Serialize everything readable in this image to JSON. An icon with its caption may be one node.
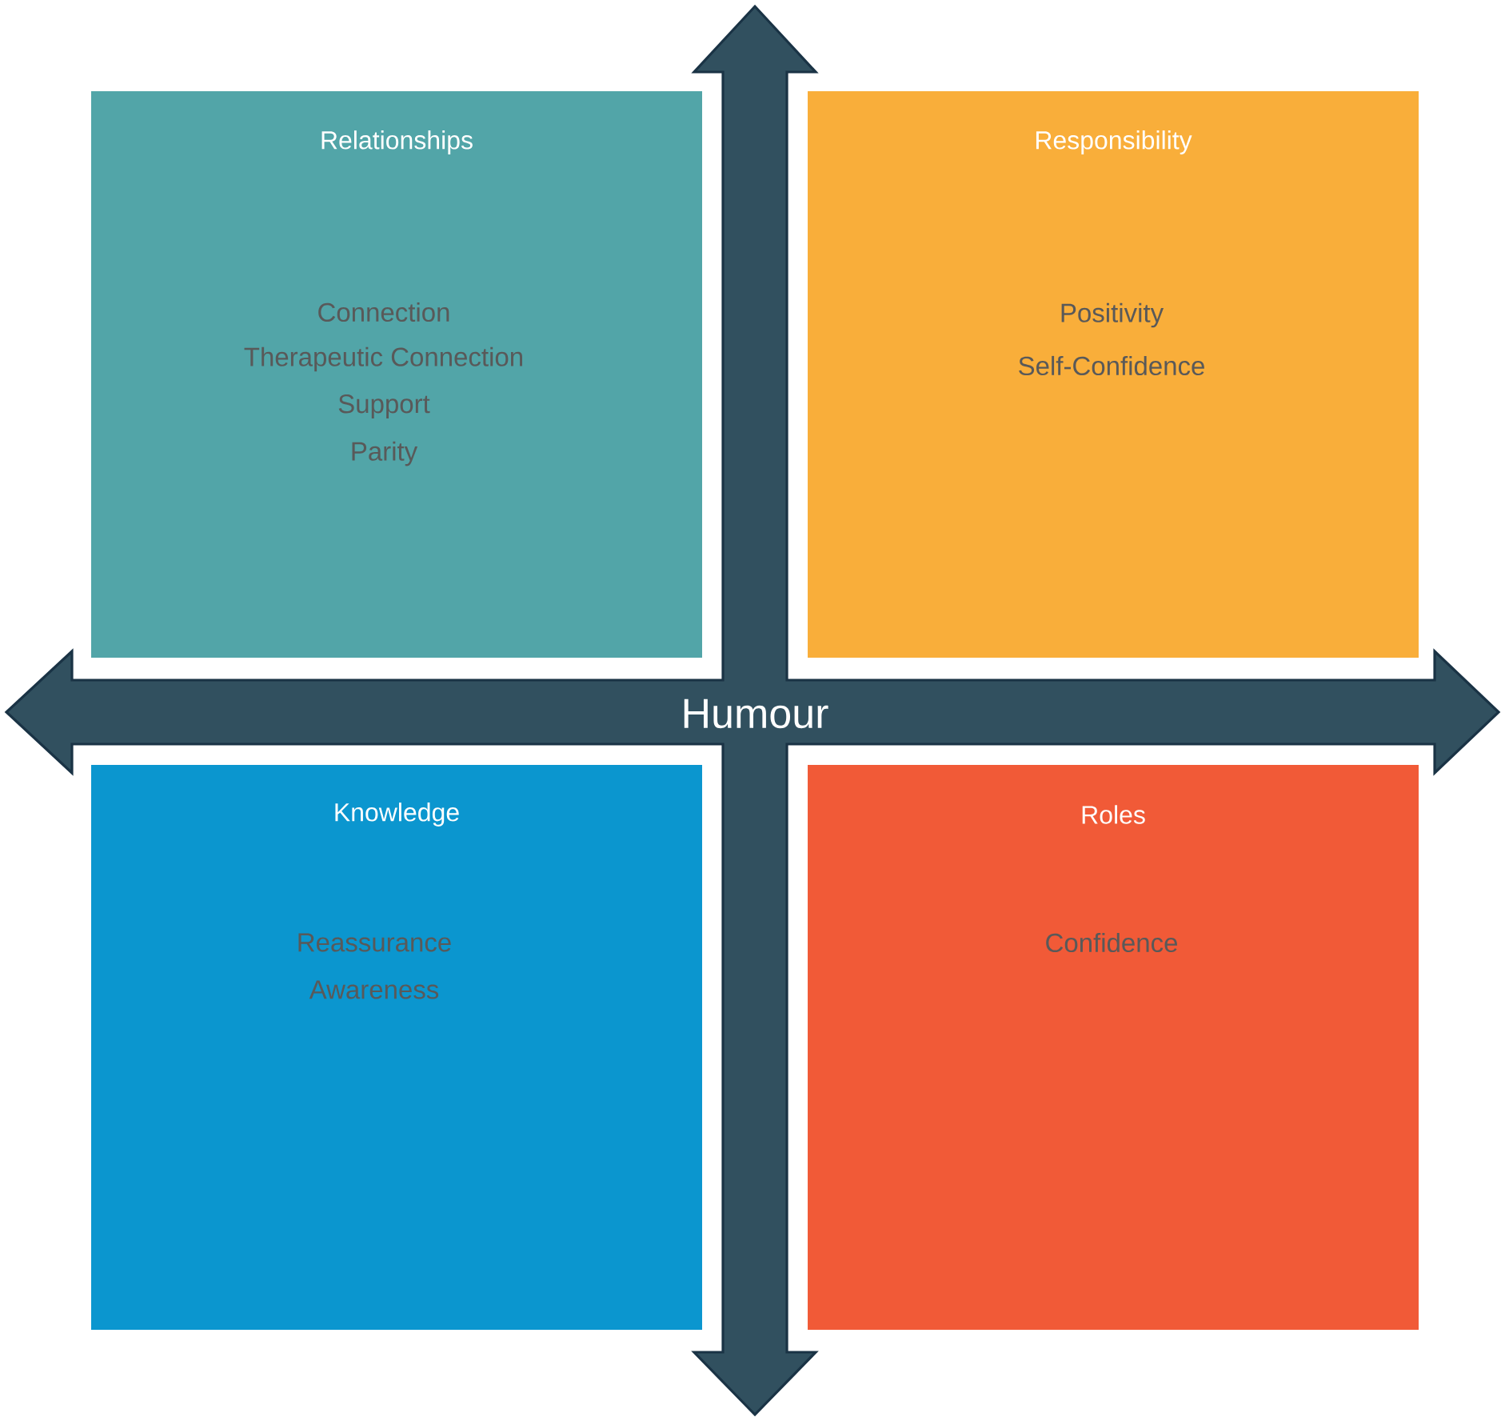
{
  "diagram": {
    "nodes": [
      {
        "text": [
          "Relationships",
          "Connection",
          "Therapeutic Connection",
          "Support",
          "Parity"
        ]
      },
      {
        "text": [
          "Responsibility",
          "Positivity",
          "Self-Confidence"
        ]
      },
      {
        "text": [
          "Knowledge",
          "Reassurance",
          "Awareness"
        ]
      },
      {
        "text": [
          "Roles",
          "Confidence"
        ]
      }
    ],
    "labels": [
      "Humour"
    ]
  }
}
